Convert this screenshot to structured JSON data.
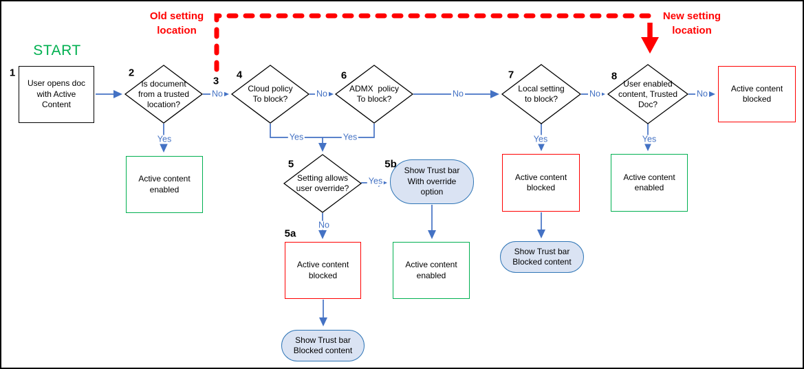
{
  "annotations": {
    "start": "START",
    "old_setting": "Old setting\nlocation",
    "new_setting": "New setting\nlocation",
    "step3": "3"
  },
  "labels": {
    "yes": "Yes",
    "no": "No"
  },
  "nodes": {
    "start_box": {
      "step": "1",
      "label": "User opens doc\nwith Active\nContent"
    },
    "trusted_location": {
      "step": "2",
      "label": "Is document\nfrom a trusted\nlocation?"
    },
    "cloud_policy": {
      "step": "4",
      "label": "Cloud policy\nTo block?"
    },
    "admx_policy": {
      "step": "6",
      "label": "ADMX  policy\nTo block?"
    },
    "local_setting": {
      "step": "7",
      "label": "Local setting\nto block?"
    },
    "user_enabled": {
      "step": "8",
      "label": "User enabled\ncontent, Trusted\nDoc?"
    },
    "setting_override": {
      "step": "5",
      "label": "Setting allows\nuser override?"
    },
    "trustbar_override": {
      "step": "5b",
      "label": "Show Trust bar\nWith override\noption"
    },
    "blocked_override": {
      "step": "5a",
      "label": "Active content\nblocked"
    },
    "blocked_final": {
      "label": "Active content\nblocked"
    },
    "enabled_trusted": {
      "label": "Active content\nenabled"
    },
    "enabled_override": {
      "label": "Active content\nenabled"
    },
    "blocked_local": {
      "label": "Active content\nblocked"
    },
    "enabled_user": {
      "label": "Active content\nenabled"
    },
    "trustbar_blocked_local": {
      "label": "Show Trust bar\nBlocked content"
    },
    "trustbar_blocked_override": {
      "label": "Show Trust bar\nBlocked content"
    }
  },
  "colors": {
    "arrow_blue": "#4472C4",
    "stadium_border": "#2E75B6",
    "stadium_fill": "#DAE3F3",
    "red": "#FF0000",
    "green": "#00B050",
    "black": "#000000"
  }
}
